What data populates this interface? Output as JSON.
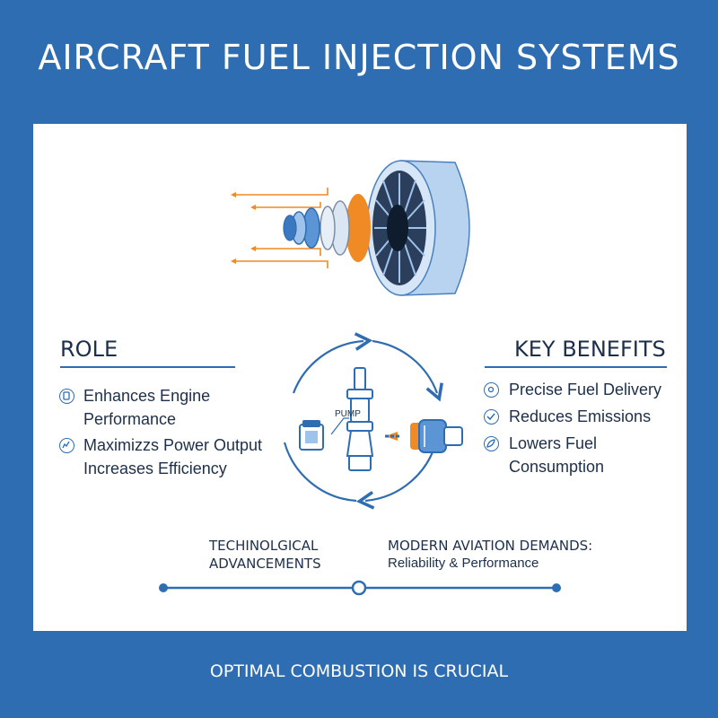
{
  "title": "AIRCRAFT FUEL INJECTION SYSTEMS",
  "footer": "OPTIMAL COMBUSTION IS CRUCIAL",
  "role": {
    "heading": "ROLE",
    "items": [
      {
        "lines": [
          "Enhances Engine",
          "Performance"
        ],
        "icon": "engine-icon"
      },
      {
        "lines": [
          "Maximizzs Power Output",
          "Increases Efficiency"
        ],
        "icon": "gauge-icon"
      }
    ]
  },
  "benefits": {
    "heading": "KEY BENEFITS",
    "items": [
      {
        "label": "Precise Fuel Delivery",
        "icon": "fuel-delivery-icon"
      },
      {
        "label": "Reduces Emissions",
        "icon": "emissions-icon"
      },
      {
        "label": "Lowers Fuel Consumption",
        "icon": "leaf-icon"
      }
    ]
  },
  "diagram": {
    "pump_label": "PUMP",
    "icons": [
      "jet-engine-illustration",
      "fuel-pump-icon",
      "injector-icon",
      "nozzle-icon",
      "cycle-arrows"
    ]
  },
  "timeline": {
    "left": {
      "line1": "TECHINOLGICAL",
      "line2": "ADVANCEMENTS"
    },
    "right": {
      "line1": "MODERN AVIATION DEMANDS:",
      "line2": "Reliability & Performance"
    }
  },
  "colors": {
    "background": "#2f6db2",
    "accent": "#f08a24",
    "ink": "#1d2f4a",
    "light_blue": "#9fc3ea"
  }
}
